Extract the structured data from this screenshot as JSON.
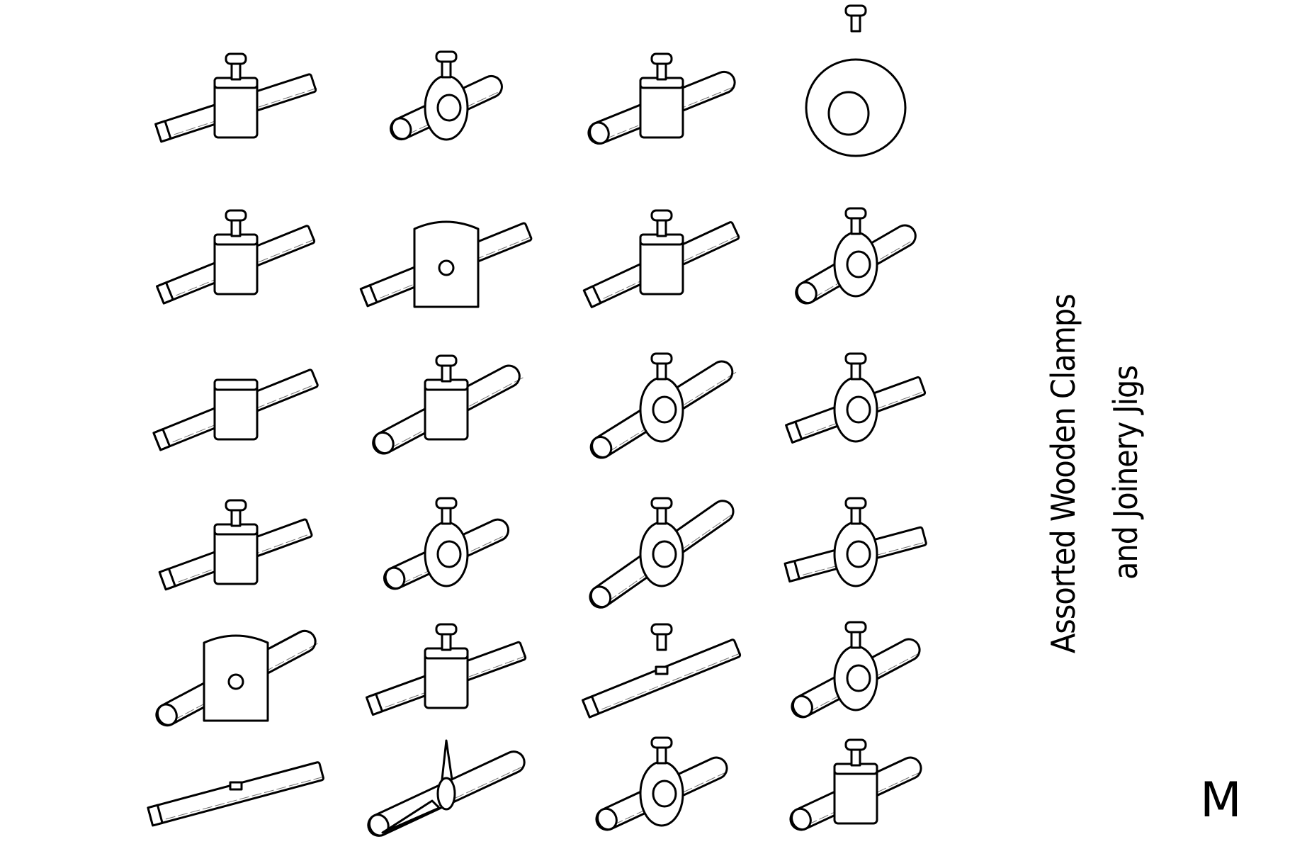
{
  "title": {
    "line1": "Assorted Wooden Clamps",
    "line2": "and Joinery Jigs"
  },
  "letter": "M",
  "colors": {
    "ink": "#000000",
    "paper": "#ffffff"
  }
}
